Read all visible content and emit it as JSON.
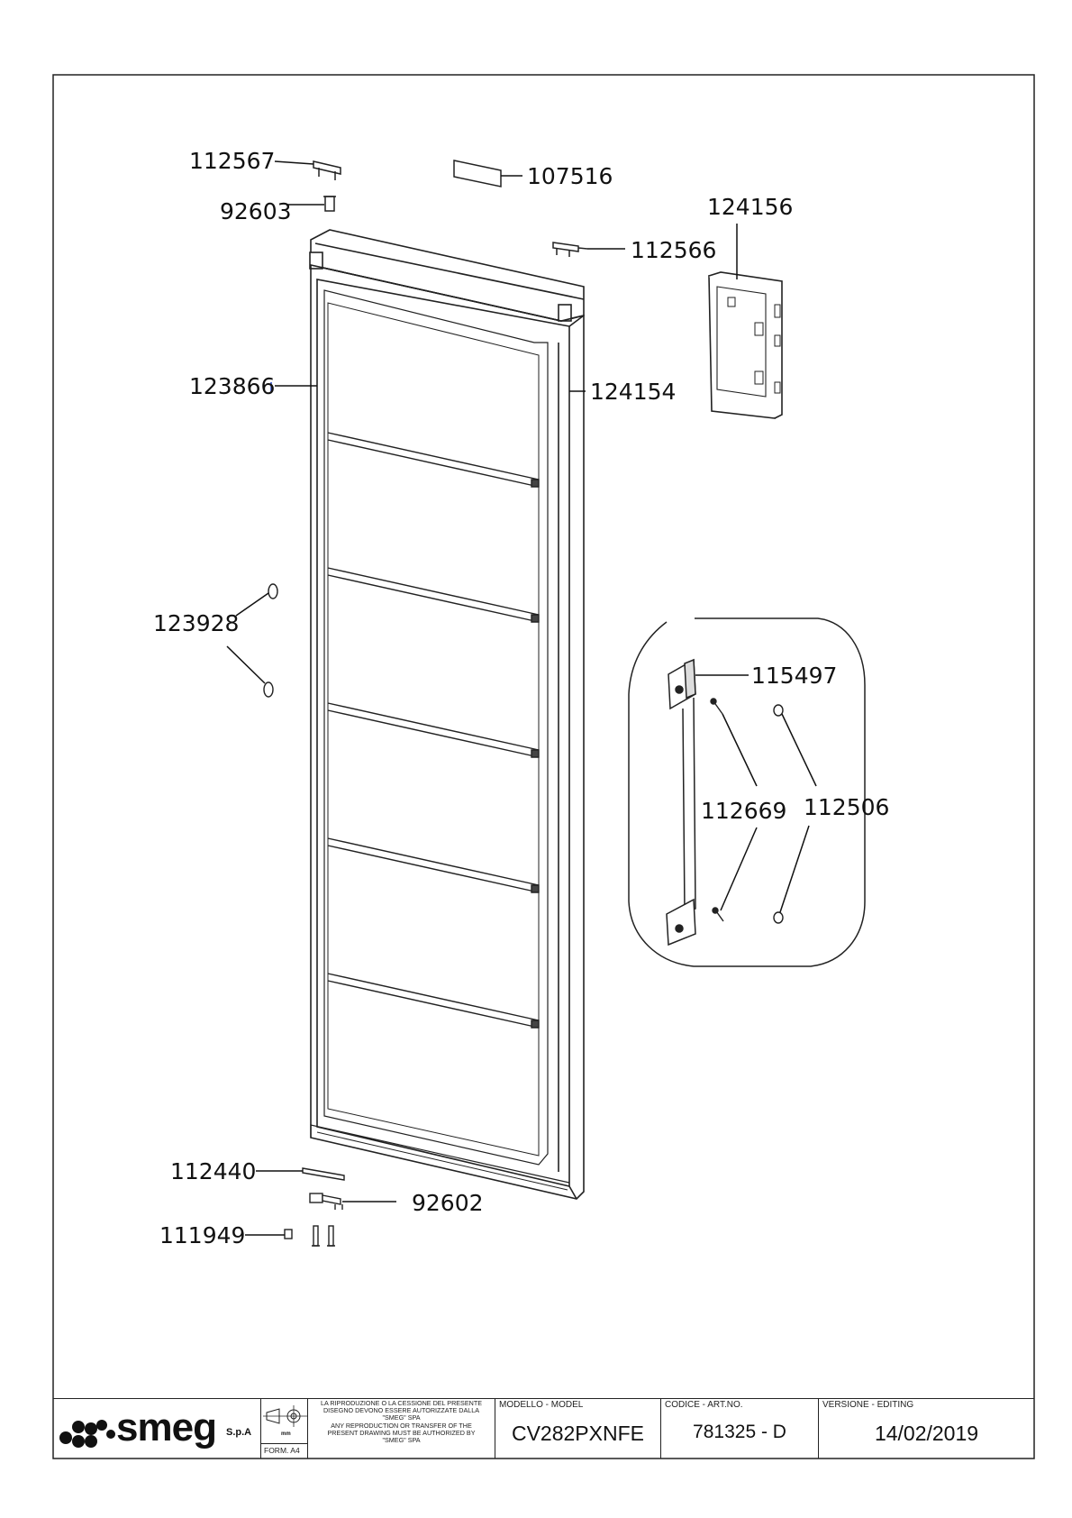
{
  "parts": [
    {
      "code": "112567"
    },
    {
      "code": "107516"
    },
    {
      "code": "92603"
    },
    {
      "code": "124156"
    },
    {
      "code": "112566"
    },
    {
      "code": "123866"
    },
    {
      "code": "124154"
    },
    {
      "code": "123928"
    },
    {
      "code": "115497"
    },
    {
      "code": "112669"
    },
    {
      "code": "112506"
    },
    {
      "code": "112440"
    },
    {
      "code": "92602"
    },
    {
      "code": "111949"
    }
  ],
  "title_block": {
    "brand": "smeg",
    "brand_suffix": "S.p.A",
    "unit": "mm",
    "form": "FORM. A4",
    "disclaimer_lines": [
      "LA RIPRODUZIONE O LA CESSIONE DEL PRESENTE",
      "DISEGNO DEVONO ESSERE AUTORIZZATE DALLA",
      "\"SMEG\" SPA",
      "ANY REPRODUCTION OR TRANSFER OF THE",
      "PRESENT DRAWING MUST BE AUTHORIZED BY",
      "\"SMEG\" SPA"
    ],
    "model_caption": "MODELLO - MODEL",
    "model_value": "CV282PXNFE",
    "code_caption": "CODICE - ART.NO.",
    "code_value": "781325 - D",
    "version_caption": "VERSIONE - EDITING",
    "version_value": "14/02/2019"
  }
}
